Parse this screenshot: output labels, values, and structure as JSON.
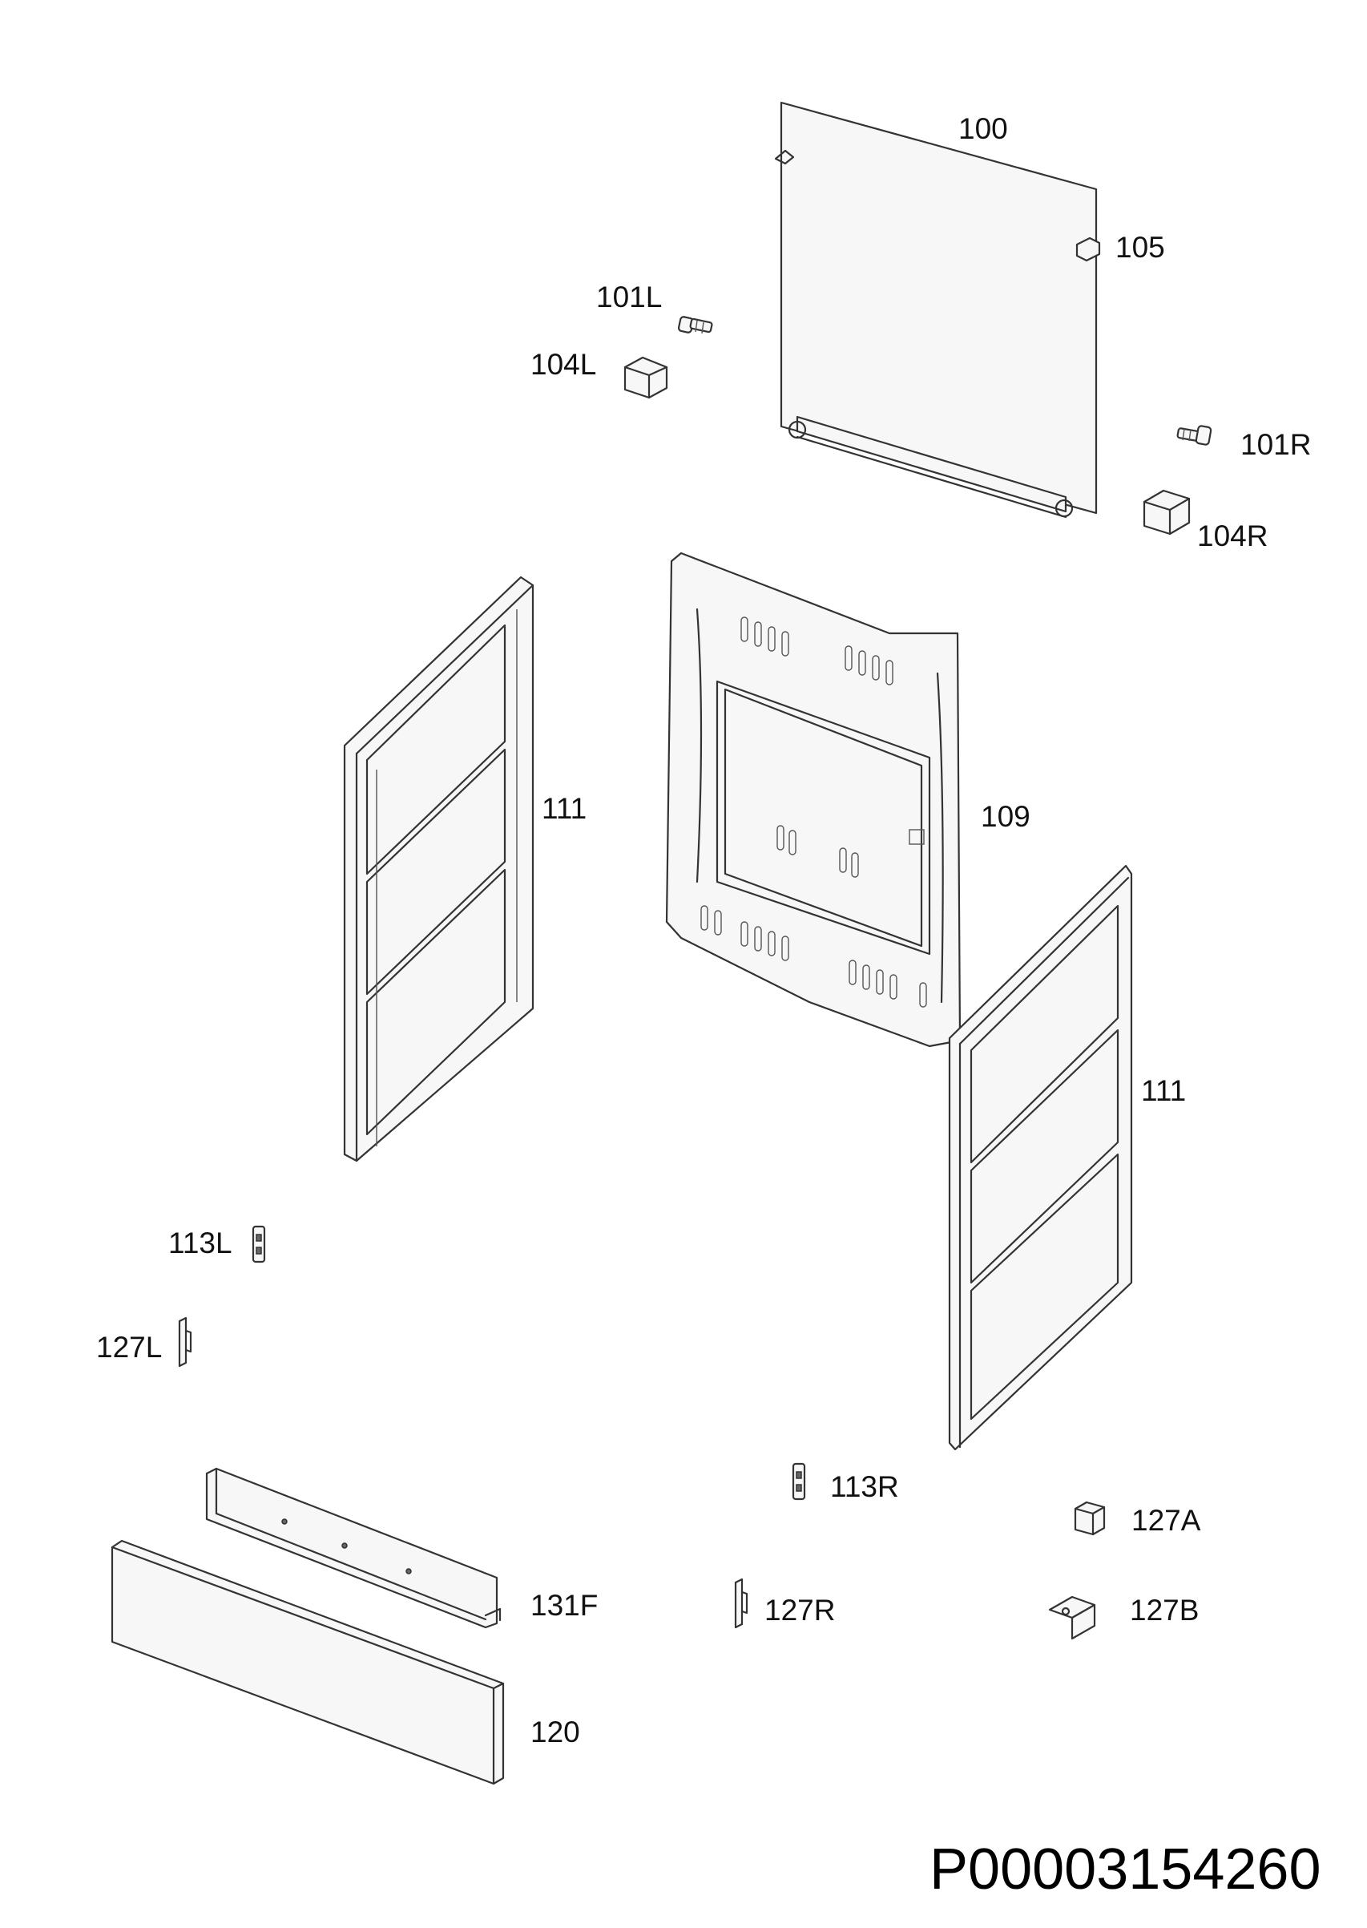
{
  "labels": {
    "p100": "100",
    "p105": "105",
    "p101L": "101L",
    "p104L": "104L",
    "p101R": "101R",
    "p104R": "104R",
    "p111_left": "111",
    "p109": "109",
    "p111_right": "111",
    "p113L": "113L",
    "p127L": "127L",
    "p113R": "113R",
    "p127A": "127A",
    "p131F": "131F",
    "p127R": "127R",
    "p127B": "127B",
    "p120": "120"
  },
  "document_number": "P00003154260",
  "colors": {
    "line": "#333333",
    "text": "#111111",
    "background": "#ffffff"
  }
}
